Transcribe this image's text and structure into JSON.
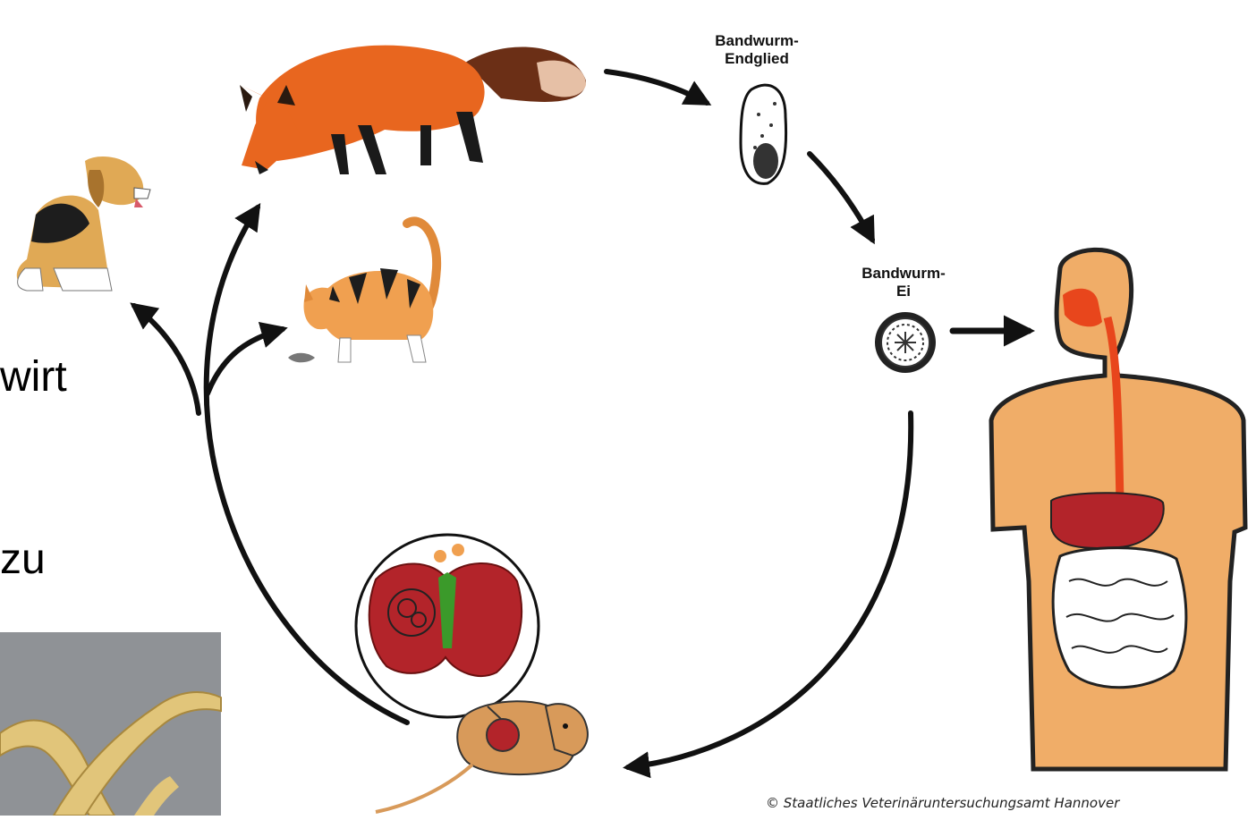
{
  "labels": {
    "segment": [
      "Bandwurm-",
      "Endglied"
    ],
    "egg": [
      "Bandwurm-",
      "Ei"
    ]
  },
  "slide_fragments": [
    "wirt",
    "zu"
  ],
  "credit": "© Staatliches Veterinäruntersuchungsamt Hannover",
  "icons": [
    "fox-icon",
    "dog-icon",
    "cat-icon",
    "mouse-icon",
    "liver-icon",
    "human-body-icon",
    "tapeworm-segment-icon",
    "tapeworm-egg-icon",
    "tapeworm-photo"
  ],
  "colors": {
    "fox": "#e8661f",
    "body": "#f0ad68",
    "digestive": "#e8461c",
    "liver": "#b3242a",
    "arrow": "#111111"
  }
}
